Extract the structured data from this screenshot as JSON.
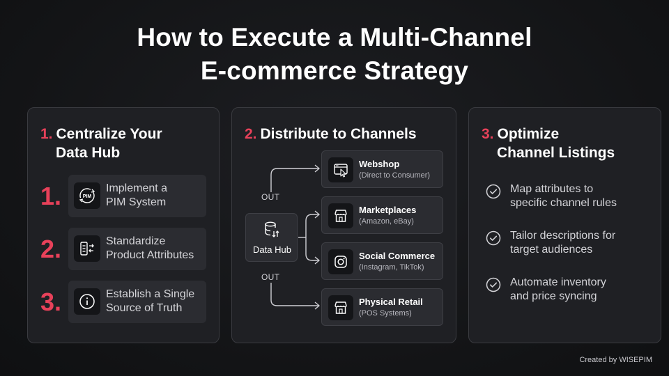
{
  "title": {
    "line1": "How to Execute a Multi-Channel",
    "line2": "E-commerce Strategy"
  },
  "card1": {
    "number": "1.",
    "heading_line1": "Centralize Your",
    "heading_line2": "Data Hub",
    "steps": [
      {
        "num": "1.",
        "icon": "pim-cycle-icon",
        "icon_text": "PIM",
        "line1": "Implement a",
        "line2": "PIM System"
      },
      {
        "num": "2.",
        "icon": "attributes-icon",
        "line1": "Standardize",
        "line2": "Product Attributes"
      },
      {
        "num": "3.",
        "icon": "info-icon",
        "line1": "Establish a Single",
        "line2": "Source of Truth"
      }
    ]
  },
  "card2": {
    "number": "2.",
    "heading": "Distribute to Channels",
    "hub_label": "Data Hub",
    "hub_icon": "database-sync-icon",
    "out_top": "OUT",
    "out_bottom": "OUT",
    "channels": [
      {
        "icon": "browser-cursor-icon",
        "title": "Webshop",
        "subtitle": "(Direct to Consumer)"
      },
      {
        "icon": "storefront-icon",
        "title": "Marketplaces",
        "subtitle": "(Amazon, eBay)"
      },
      {
        "icon": "instagram-icon",
        "title": "Social Commerce",
        "subtitle": "(Instagram, TikTok)"
      },
      {
        "icon": "storefront-icon",
        "title": "Physical Retail",
        "subtitle": "(POS Systems)"
      }
    ]
  },
  "card3": {
    "number": "3.",
    "heading_line1": "Optimize",
    "heading_line2": "Channel Listings",
    "items": [
      {
        "icon": "check-circle-icon",
        "line1": "Map attributes to",
        "line2": "specific channel rules"
      },
      {
        "icon": "check-circle-icon",
        "line1": "Tailor descriptions for",
        "line2": "target audiences"
      },
      {
        "icon": "check-circle-icon",
        "line1": "Automate inventory",
        "line2": "and price syncing"
      }
    ]
  },
  "footer": "Created by WISEPIM",
  "colors": {
    "accent": "#e8415a",
    "background": "#131416",
    "card": "#1f2024",
    "card_border": "#3a3b40",
    "text": "#ffffff",
    "muted": "#d4d4d8"
  }
}
